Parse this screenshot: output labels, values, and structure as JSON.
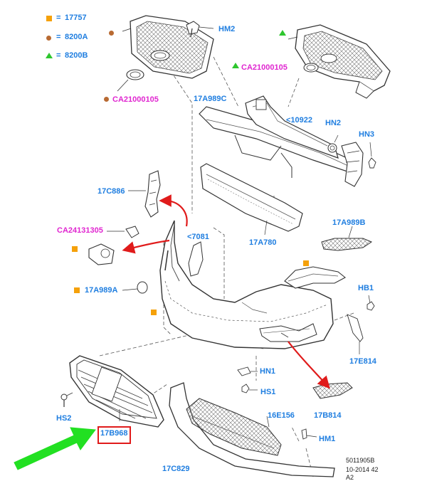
{
  "legend": [
    {
      "marker": "orange-square",
      "sep": "=",
      "code": "17757"
    },
    {
      "marker": "brown-dot",
      "sep": "=",
      "code": "8200A"
    },
    {
      "marker": "green-triangle",
      "sep": "=",
      "code": "8200B"
    }
  ],
  "labels": {
    "hm2": "HM2",
    "ca21000105_top": "CA21000105",
    "ca21000105_left": "CA21000105",
    "p17a989c": "17A989C",
    "p10922": "<10922",
    "hn2": "HN2",
    "hn3": "HN3",
    "p17c886": "17C886",
    "ca24131305": "CA24131305",
    "p7081": "<7081",
    "p17a780": "17A780",
    "p17a989b": "17A989B",
    "p17a989a": "17A989A",
    "hb1": "HB1",
    "p17e814": "17E814",
    "hn1": "HN1",
    "hs1": "HS1",
    "hs2": "HS2",
    "p17b968": "17B968",
    "p16e156": "16E156",
    "p17b814": "17B814",
    "hm1": "HM1",
    "p17c829": "17C829"
  },
  "reference": {
    "line1": "5011905B",
    "line2": "10-2014 42",
    "line3": "A2"
  },
  "colors": {
    "label_blue": "#1f7ee0",
    "label_magenta": "#e026d0",
    "marker_orange": "#f5a10a",
    "marker_brown": "#b86a32",
    "marker_green": "#2ec62e",
    "highlight_red": "#e01b1b",
    "arrow_green": "#22e022"
  },
  "highlighted_part": "17B968"
}
